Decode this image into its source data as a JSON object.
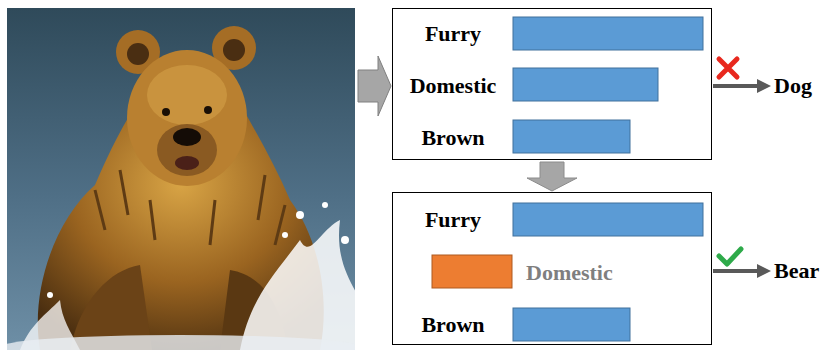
{
  "diagram": {
    "nodes": [
      {
        "text": [
          "Furry",
          "Domestic",
          "Brown"
        ]
      },
      {
        "text": [
          "Furry",
          "Domestic",
          "Brown"
        ]
      }
    ],
    "edges": [
      {
        "from": 0,
        "to": 1,
        "arrow": "to"
      }
    ],
    "labels": [
      "Dog",
      "Bear"
    ]
  }
}
